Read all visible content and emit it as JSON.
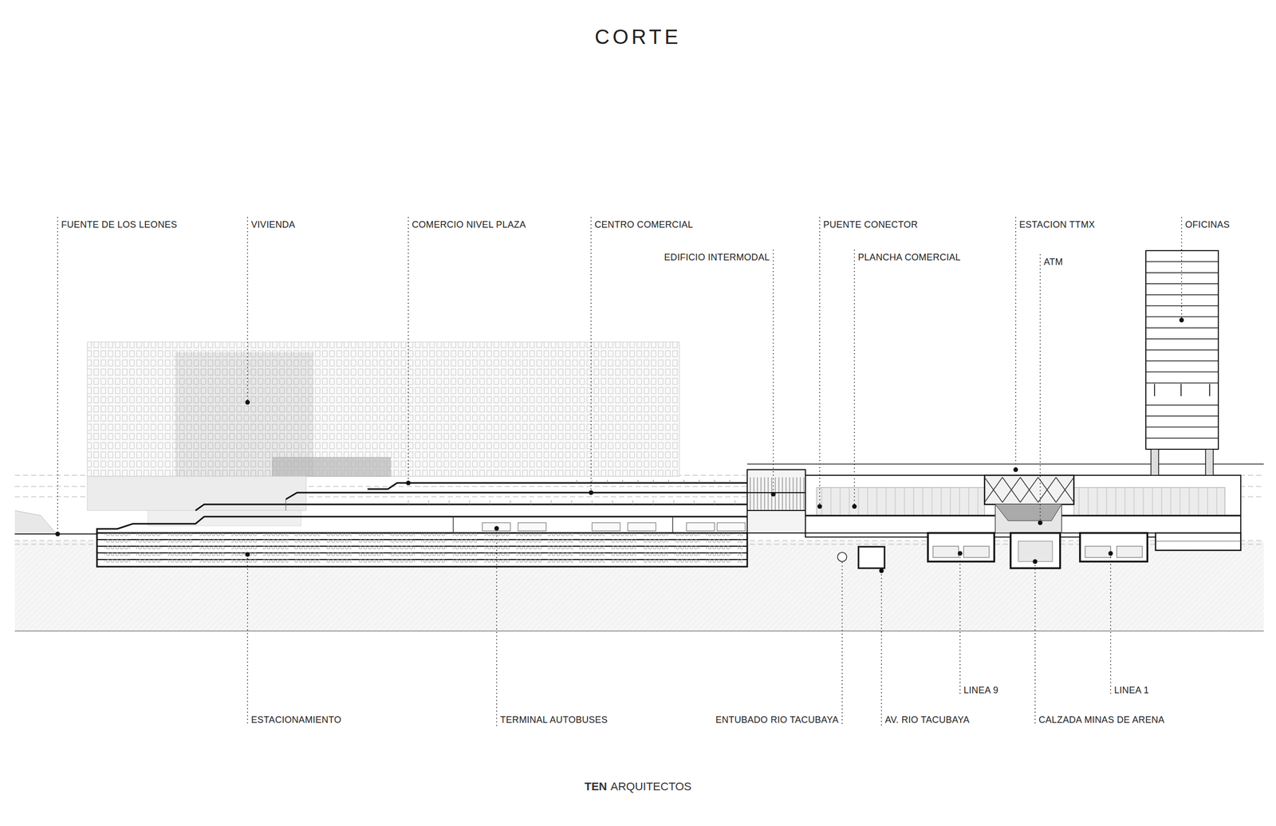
{
  "diagram": {
    "title": "CORTE",
    "labels": [
      "FUENTE DE LOS LEONES",
      "VIVIENDA",
      "COMERCIO NIVEL PLAZA",
      "CENTRO COMERCIAL",
      "PUENTE CONECTOR",
      "ESTACION TTMX",
      "OFICINAS",
      "EDIFICIO INTERMODAL",
      "PLANCHA COMERCIAL",
      "ATM",
      "LINEA 9",
      "LINEA 1",
      "ESTACIONAMIENTO",
      "TERMINAL AUTOBUSES",
      "ENTUBADO RIO TACUBAYA",
      "AV. RIO TACUBAYA",
      "CALZADA MINAS DE ARENA",
      "TEN",
      "ARQUITECTOS"
    ]
  }
}
